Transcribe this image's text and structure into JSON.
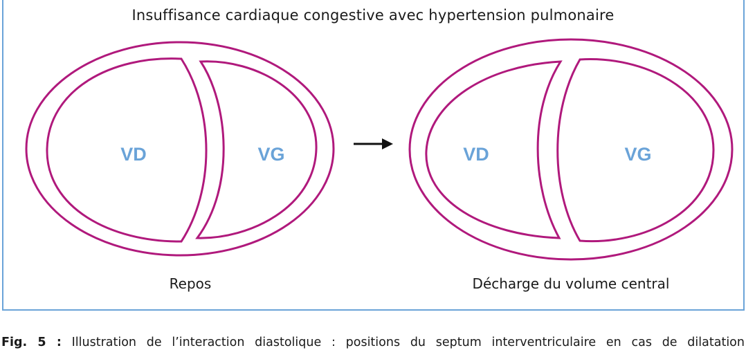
{
  "title": "Insuffisance cardiaque congestive avec hypertension pulmonaire",
  "left_panel": {
    "caption": "Repos",
    "rv_label": "VD",
    "lv_label": "VG"
  },
  "right_panel": {
    "caption": "Décharge du volume central",
    "rv_label": "VD",
    "lv_label": "VG"
  },
  "figure_caption": {
    "number": "Fig. 5 :",
    "text": "Illustration de l’interaction diastolique : positions du septum interventriculaire en cas de dilatation"
  },
  "colors": {
    "outline": "#b0197c",
    "label": "#6aa3d8",
    "border": "#6aa3d8"
  }
}
